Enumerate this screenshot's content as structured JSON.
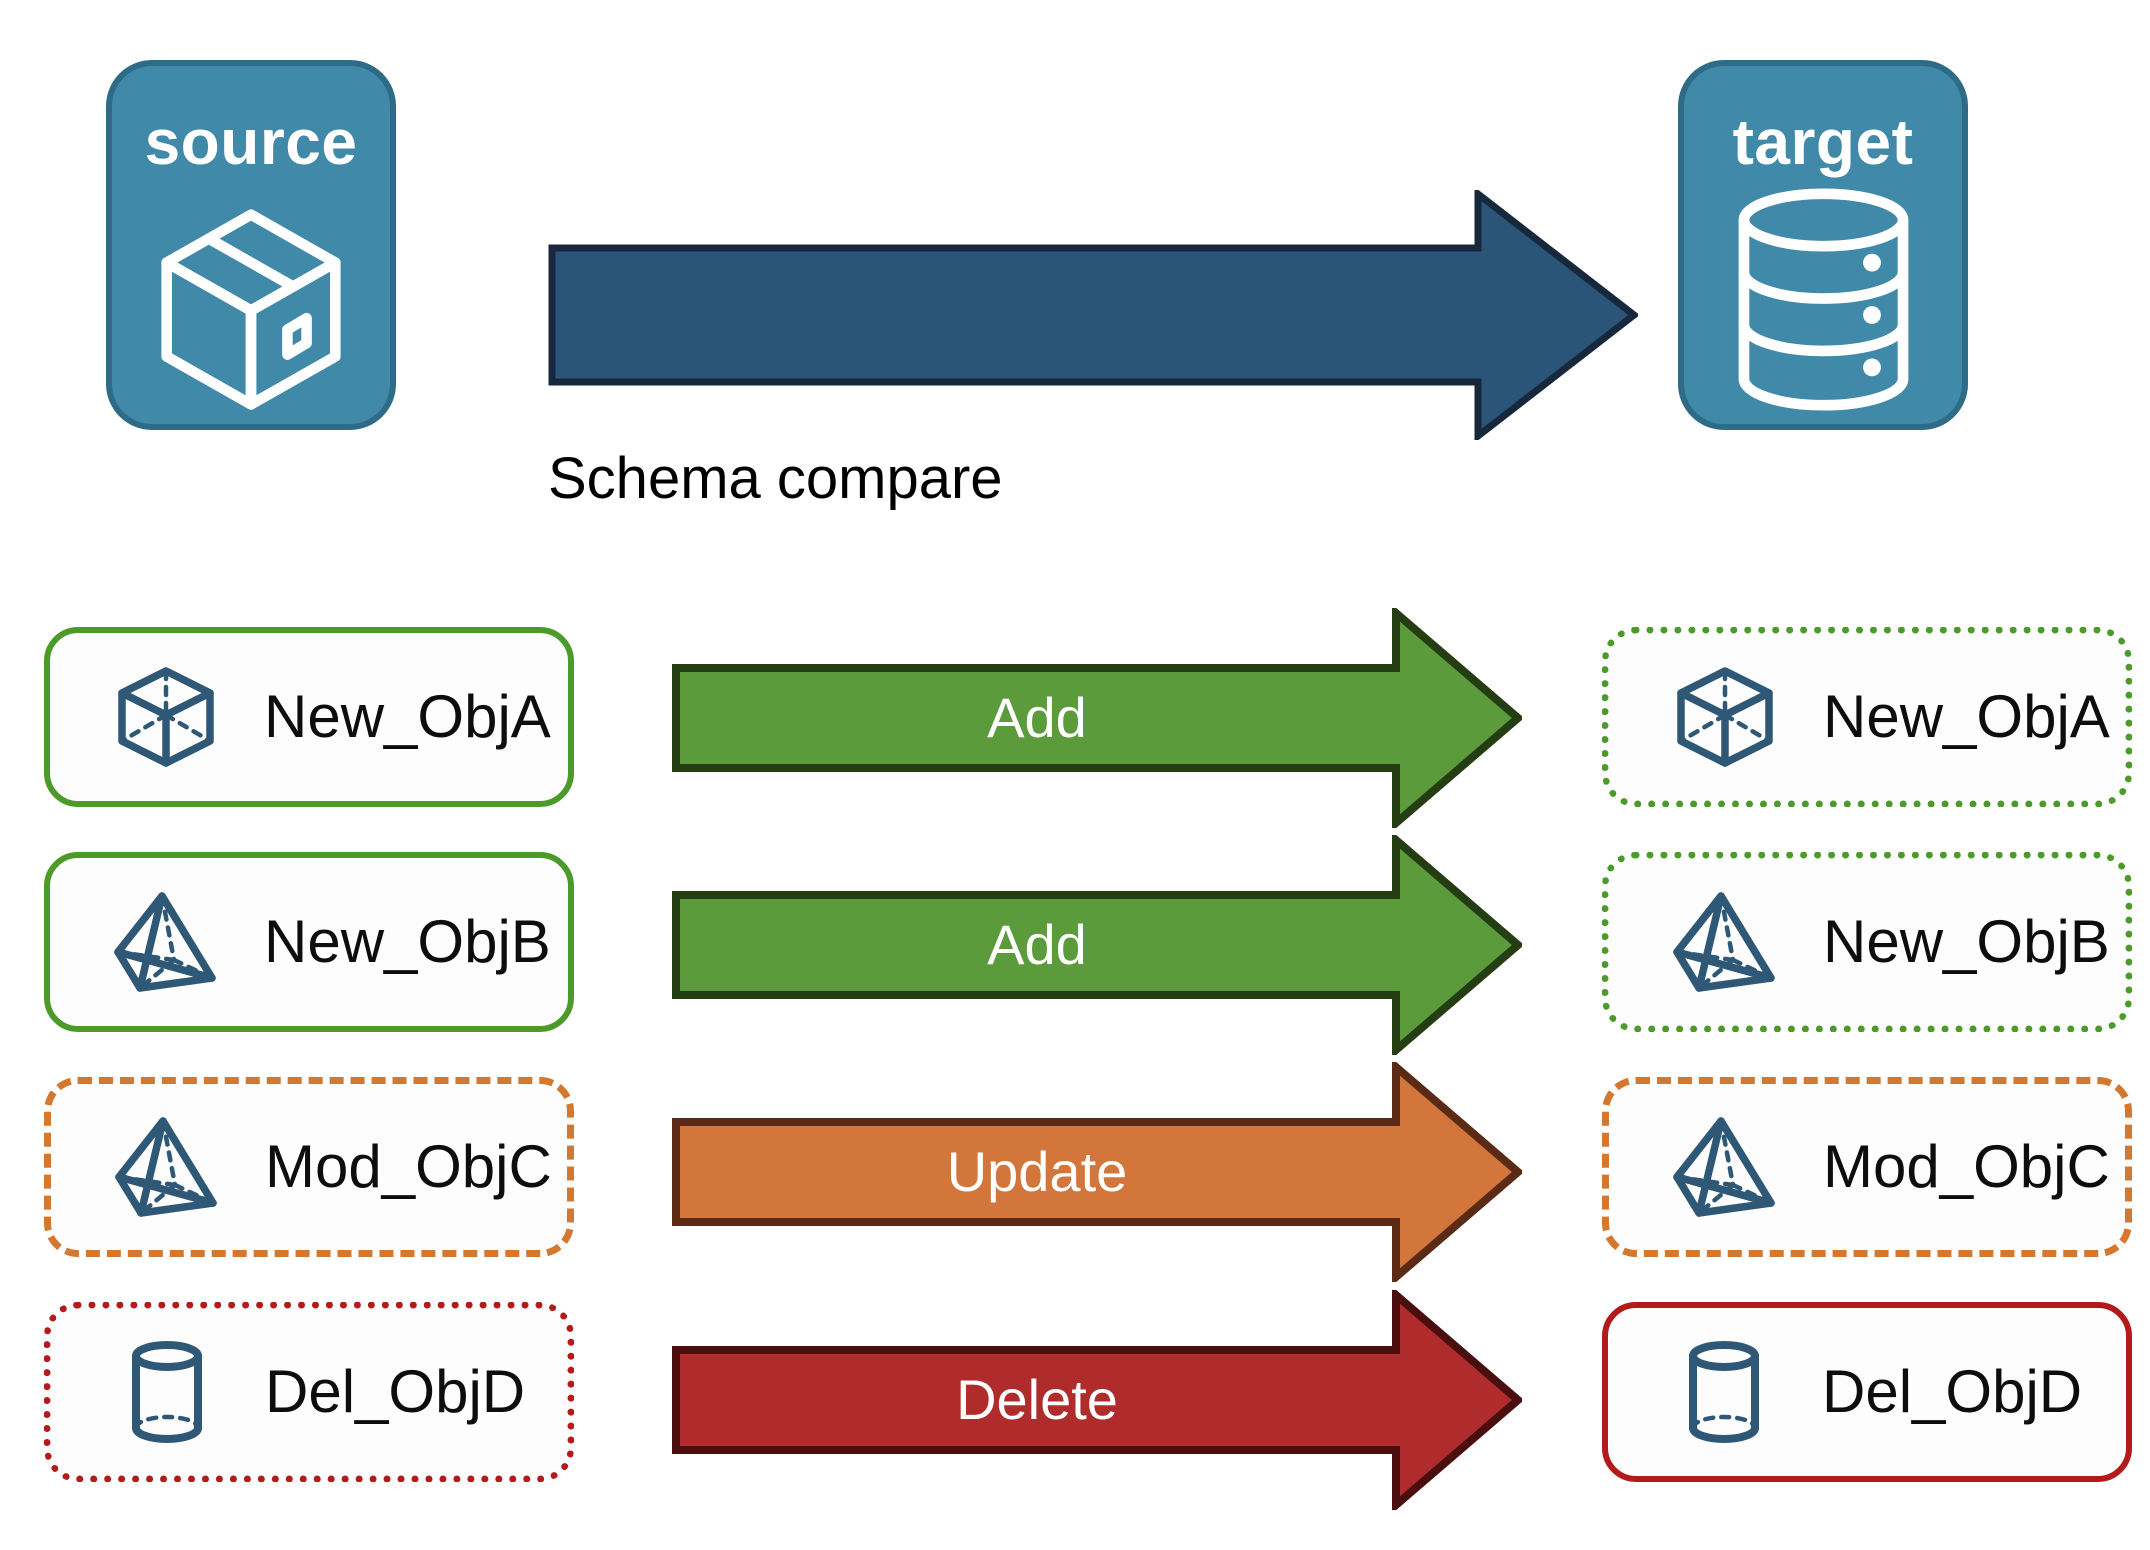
{
  "diagram": {
    "title": "Schema compare",
    "endpoints": [
      {
        "id": "source",
        "label": "source",
        "icon": "package-box-icon",
        "fill": "#4189A8",
        "stroke": "#2E6B86"
      },
      {
        "id": "target",
        "label": "target",
        "icon": "database-cylinder-icon",
        "fill": "#4189A8",
        "stroke": "#2E6B86"
      }
    ],
    "compare_arrow": {
      "label": "Schema compare",
      "fill": "#2B5479",
      "stroke": "#17283C",
      "text_color": "#ffffff"
    },
    "rows": [
      {
        "action": "Add",
        "action_fill": "#5B9B3C",
        "action_stroke": "#253D12",
        "source": {
          "label": "New_ObjA",
          "icon": "cube-wireframe-icon",
          "border_style": "solid",
          "border_color": "#4C9A2A"
        },
        "target": {
          "label": "New_ObjA",
          "icon": "cube-wireframe-icon",
          "border_style": "dotted",
          "border_color": "#4C9A2A"
        }
      },
      {
        "action": "Add",
        "action_fill": "#5B9B3C",
        "action_stroke": "#253D12",
        "source": {
          "label": "New_ObjB",
          "icon": "pyramid-wireframe-icon",
          "border_style": "solid",
          "border_color": "#4C9A2A"
        },
        "target": {
          "label": "New_ObjB",
          "icon": "pyramid-wireframe-icon",
          "border_style": "dotted",
          "border_color": "#4C9A2A"
        }
      },
      {
        "action": "Update",
        "action_fill": "#D2763C",
        "action_stroke": "#5B2A14",
        "source": {
          "label": "Mod_ObjC",
          "icon": "pyramid-wireframe-icon",
          "border_style": "dashed",
          "border_color": "#D4772F"
        },
        "target": {
          "label": "Mod_ObjC",
          "icon": "pyramid-wireframe-icon",
          "border_style": "dashed",
          "border_color": "#D4772F"
        }
      },
      {
        "action": "Delete",
        "action_fill": "#B02B2B",
        "action_stroke": "#4B0E0E",
        "source": {
          "label": "Del_ObjD",
          "icon": "cylinder-wireframe-icon",
          "border_style": "dotted",
          "border_color": "#B31B1B"
        },
        "target": {
          "label": "Del_ObjD",
          "icon": "cylinder-wireframe-icon",
          "border_style": "solid",
          "border_color": "#B31B1B"
        }
      }
    ],
    "palette": {
      "object_icon_blue": "#2F5876",
      "canvas": "#ffffff",
      "card_fill": "#fdfdfd"
    }
  }
}
